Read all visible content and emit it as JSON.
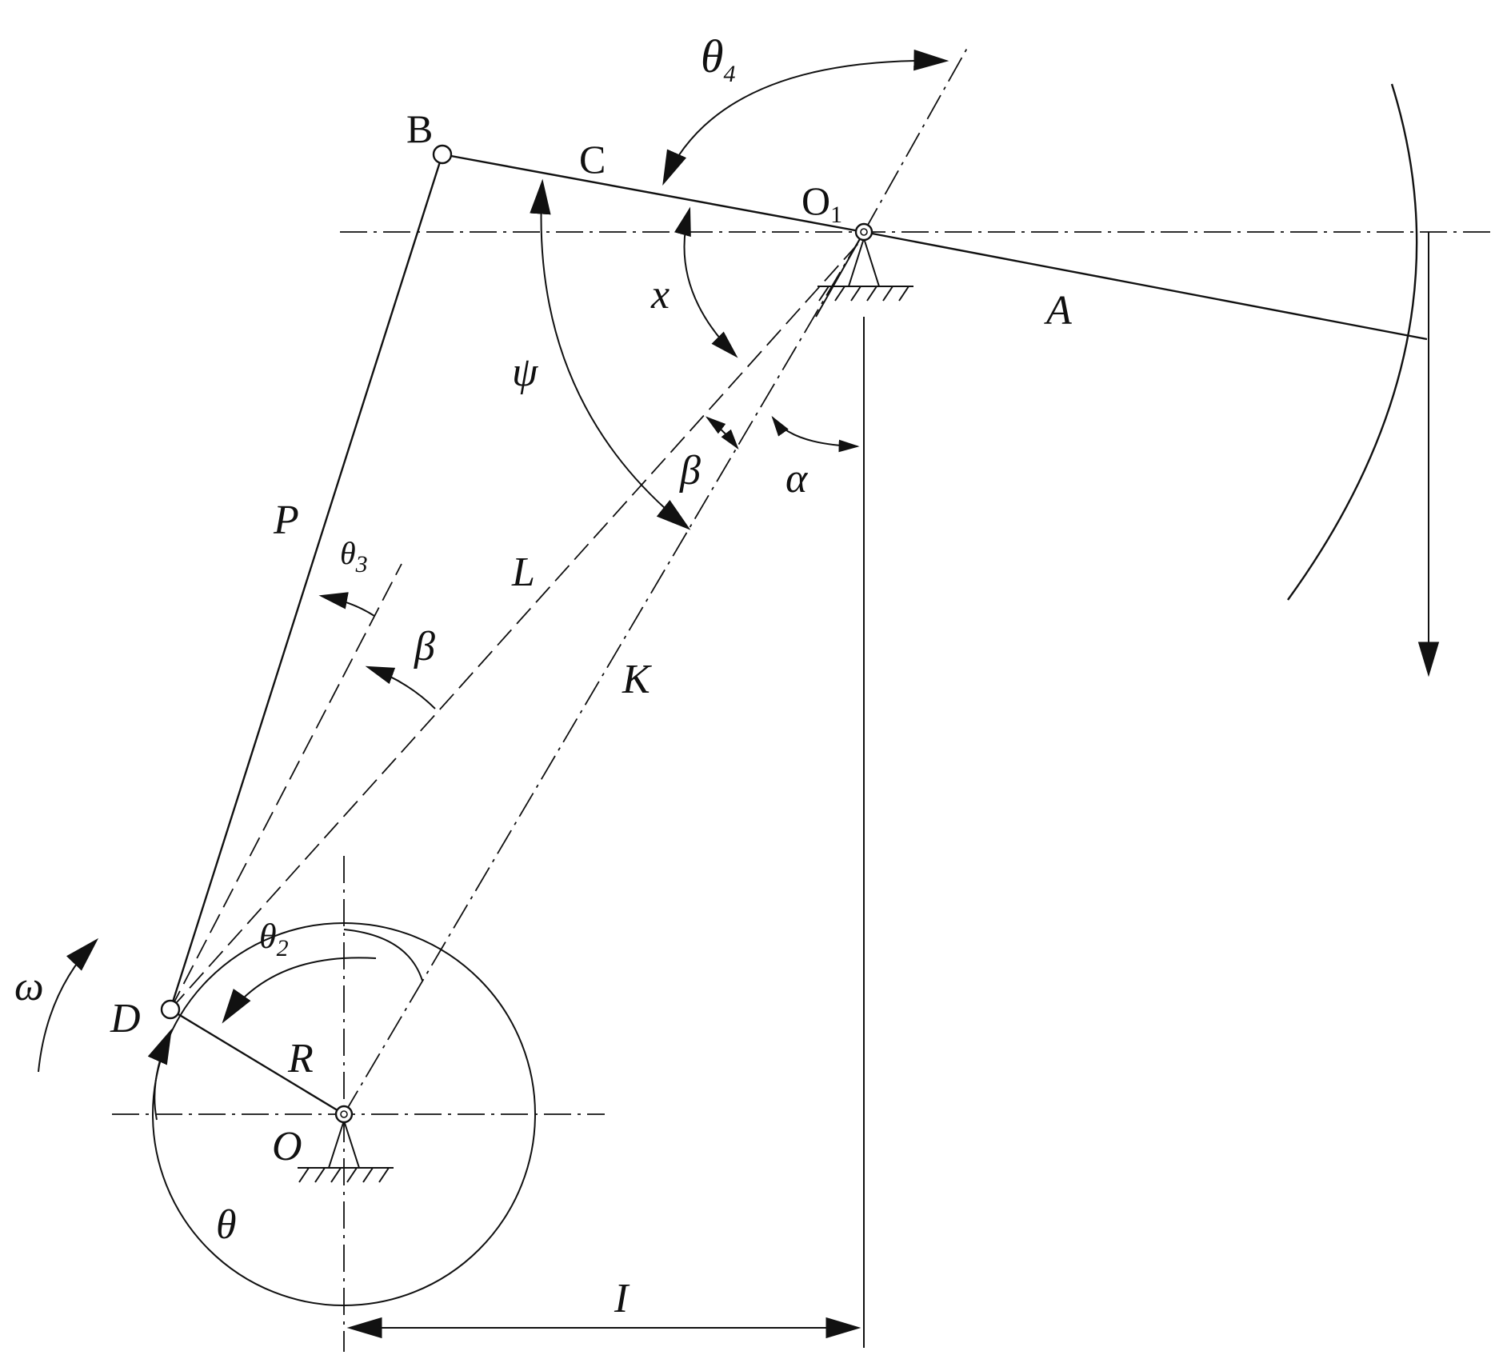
{
  "labels": {
    "B": "B",
    "C": "C",
    "O1_base": "O",
    "O1_sub": "1",
    "A": "A",
    "x": "x",
    "psi": "ψ",
    "beta_top": "β",
    "alpha": "α",
    "P": "P",
    "theta3_base": "θ",
    "theta3_sub": "3",
    "L": "L",
    "beta_mid": "β",
    "K": "K",
    "theta4_base": "θ",
    "theta4_sub": "4",
    "theta2_base": "θ",
    "theta2_sub": "2",
    "omega": "ω",
    "D": "D",
    "R": "R",
    "O": "O",
    "theta": "θ",
    "I": "I"
  }
}
